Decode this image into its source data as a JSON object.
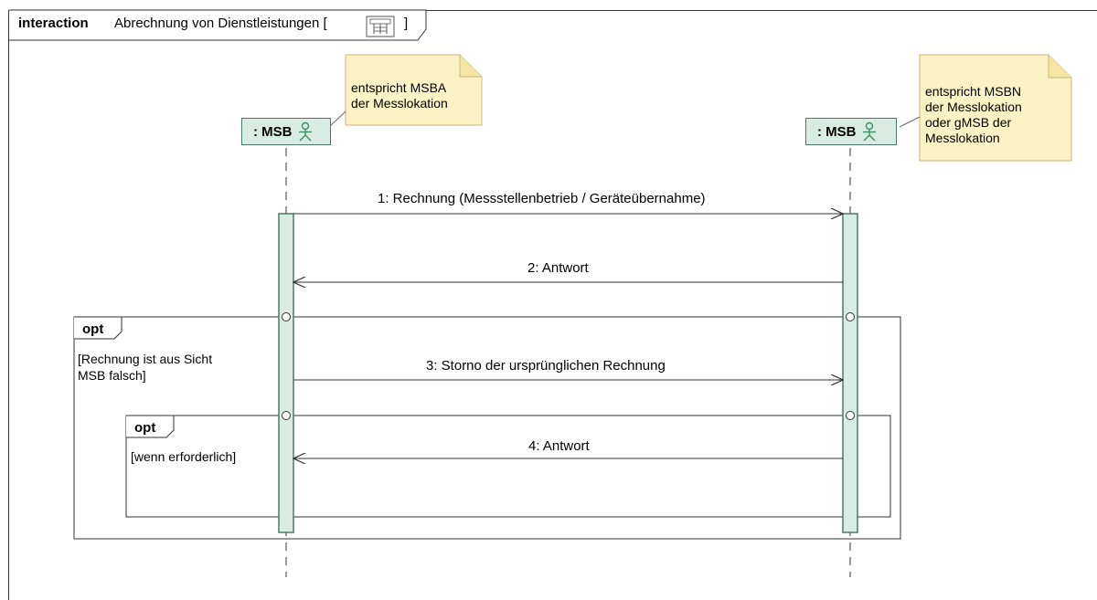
{
  "frame": {
    "keyword": "interaction",
    "name": "Abrechnung von Dienstleistungen [",
    "bracket_close": "]",
    "icon": "sequence-diagram-icon"
  },
  "notes": {
    "left": [
      "entspricht MSBA",
      "der Messlokation"
    ],
    "right": [
      "entspricht MSBN",
      "der Messlokation",
      "oder gMSB der",
      "Messlokation"
    ]
  },
  "lifelines": {
    "left": {
      "label": ": MSB",
      "icon": "actor-icon"
    },
    "right": {
      "label": ": MSB",
      "icon": "actor-icon"
    }
  },
  "messages": {
    "m1": "1: Rechnung (Messstellenbetrieb / Geräteübernahme)",
    "m2": "2: Antwort",
    "m3": "3: Storno der ursprünglichen Rechnung",
    "m4": "4: Antwort"
  },
  "fragments": {
    "outer": {
      "operator": "opt",
      "guard": [
        "[Rechnung ist aus Sicht",
        "MSB falsch]"
      ]
    },
    "inner": {
      "operator": "opt",
      "guard": "[wenn erforderlich]"
    }
  },
  "colors": {
    "lifeline_fill": "#d9ece3",
    "lifeline_stroke": "#4c7a68",
    "note_fill": "#fdf2c4",
    "note_stroke": "#c9b77a"
  }
}
